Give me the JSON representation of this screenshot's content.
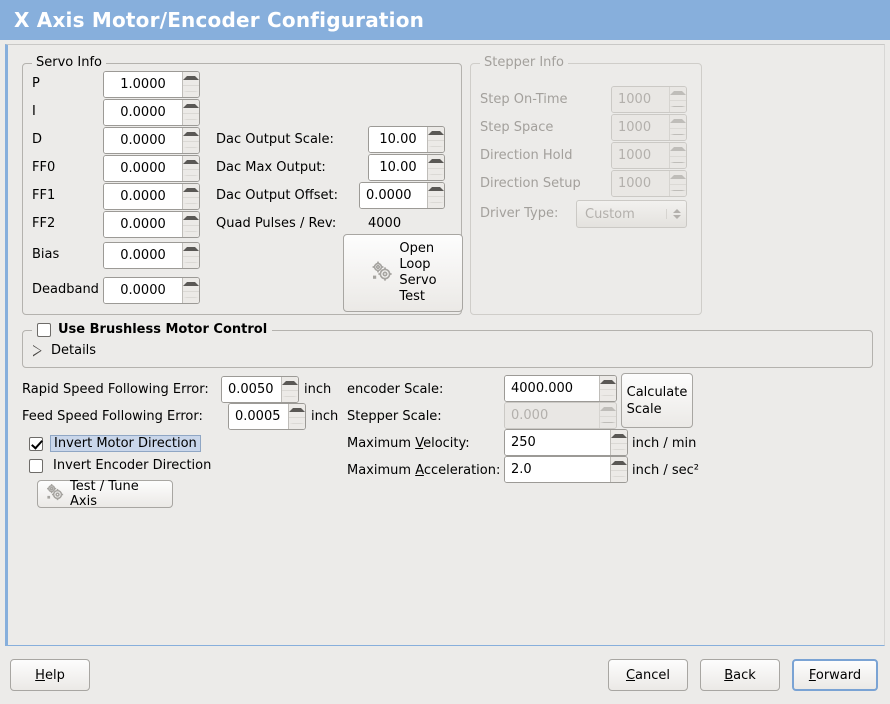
{
  "window": {
    "title": "X Axis Motor/Encoder Configuration",
    "title_bar_color": "#87afdc",
    "background_color": "#ecebe9"
  },
  "servo_info": {
    "legend": "Servo Info",
    "fields": [
      {
        "label": "P",
        "value": "1.0000"
      },
      {
        "label": "I",
        "value": "0.0000"
      },
      {
        "label": "D",
        "value": "0.0000"
      },
      {
        "label": "FF0",
        "value": "0.0000"
      },
      {
        "label": "FF1",
        "value": "0.0000"
      },
      {
        "label": "FF2",
        "value": "0.0000"
      },
      {
        "label": "Bias",
        "value": "0.0000"
      },
      {
        "label": "Deadband",
        "value": "0.0000"
      }
    ],
    "dac": [
      {
        "label": "Dac Output Scale:",
        "value": "10.00"
      },
      {
        "label": "Dac Max Output:",
        "value": "10.00"
      },
      {
        "label": "Dac Output Offset:",
        "value": "0.0000"
      }
    ],
    "quad_pulses_label": "Quad Pulses / Rev:",
    "quad_pulses_value": "4000",
    "open_loop_button": {
      "line1": "Open",
      "line2": "Loop",
      "line3": "Servo",
      "line4": "Test",
      "icon": "gears-icon"
    }
  },
  "stepper_info": {
    "legend": "Stepper Info",
    "enabled": false,
    "fields": [
      {
        "label": "Step On-Time",
        "value": "1000"
      },
      {
        "label": "Step Space",
        "value": "1000"
      },
      {
        "label": "Direction Hold",
        "value": "1000"
      },
      {
        "label": "Direction Setup",
        "value": "1000"
      }
    ],
    "driver_type_label": "Driver Type:",
    "driver_type_value": "Custom"
  },
  "brushless": {
    "checkbox_label": "Use Brushless Motor Control",
    "checked": false,
    "details_label": "Details",
    "details_expanded": false
  },
  "following_error": {
    "rapid_label": "Rapid Speed Following Error:",
    "rapid_value": "0.0050",
    "rapid_unit": "inch",
    "feed_label": "Feed Speed Following Error:",
    "feed_value": "0.0005",
    "feed_unit": "inch"
  },
  "invert": {
    "motor_label": "Invert Motor Direction",
    "motor_checked": true,
    "motor_focused": true,
    "encoder_label": "Invert Encoder Direction",
    "encoder_checked": false
  },
  "test_tune_button": {
    "label": "Test / Tune Axis",
    "icon": "gears-icon"
  },
  "scales": {
    "encoder_label": "encoder Scale:",
    "encoder_value": "4000.000",
    "stepper_label": "Stepper Scale:",
    "stepper_value": "0.000",
    "stepper_enabled": false,
    "calculate_line1": "Calculate",
    "calculate_line2": "Scale",
    "max_velocity_label_pre": "Maximum ",
    "max_velocity_label_mnemonic": "V",
    "max_velocity_label_post": "elocity:",
    "max_velocity_value": "250",
    "max_velocity_unit": "inch / min",
    "max_accel_label_pre": "Maximum ",
    "max_accel_label_mnemonic": "A",
    "max_accel_label_post": "cceleration:",
    "max_accel_value": "2.0",
    "max_accel_unit": "inch / sec²"
  },
  "footer": {
    "help_pre": "",
    "help_mnemonic": "H",
    "help_post": "elp",
    "cancel_pre": "",
    "cancel_mnemonic": "C",
    "cancel_post": "ancel",
    "back_pre": "",
    "back_mnemonic": "B",
    "back_post": "ack",
    "forward_pre": "",
    "forward_mnemonic": "F",
    "forward_post": "orward",
    "forward_focused": true
  }
}
